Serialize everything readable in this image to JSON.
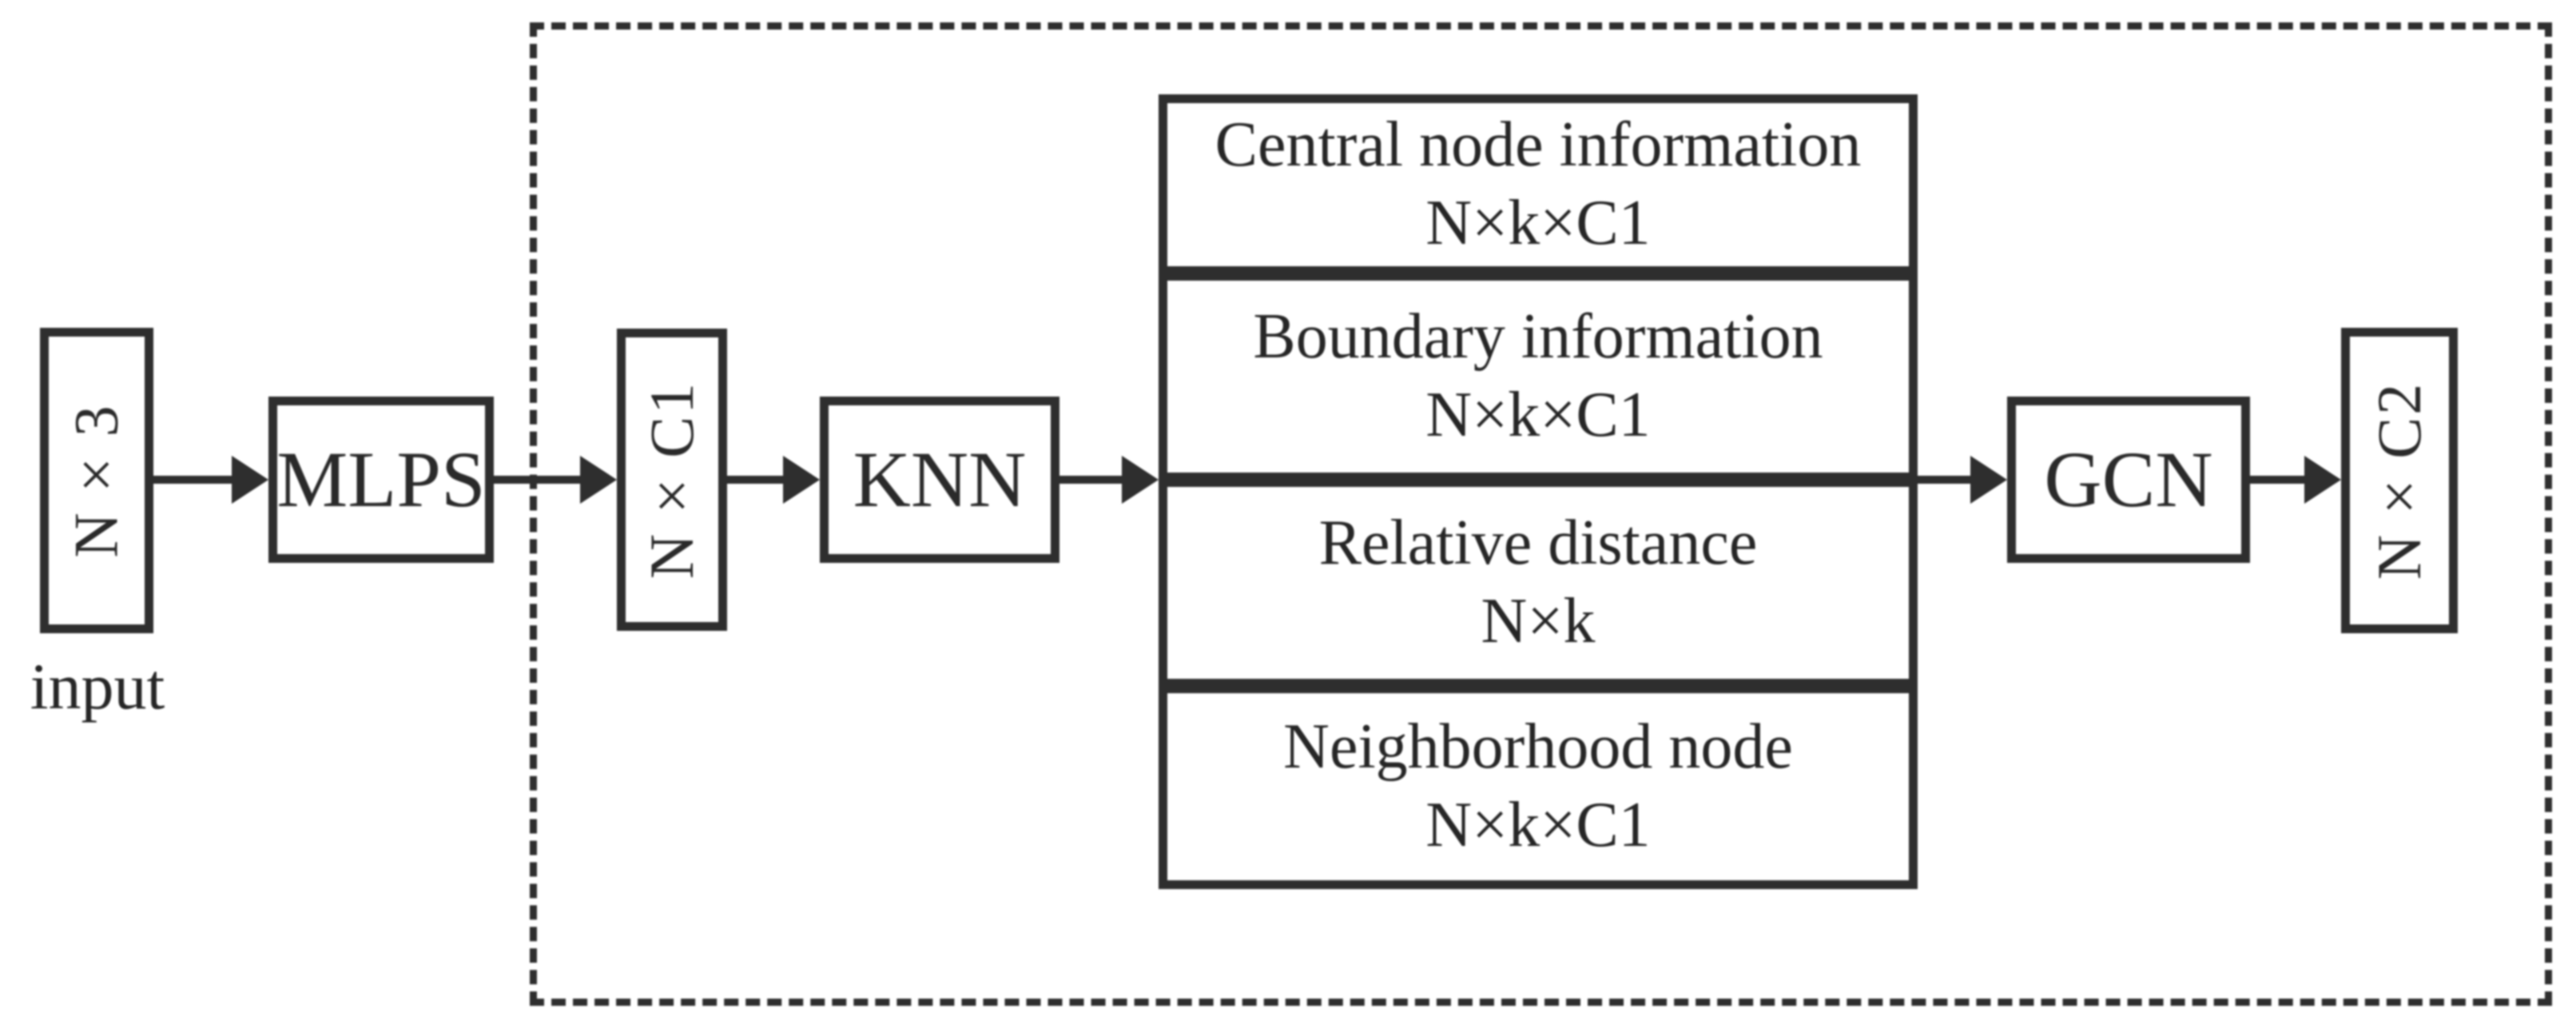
{
  "colors": {
    "ink": "#2e2e2e",
    "background": "#ffffff"
  },
  "nodes": {
    "input_tensor": {
      "label": "N × 3"
    },
    "input_caption": "input",
    "mlps": {
      "label": "MLPS"
    },
    "hidden_tensor": {
      "label": "N × C1"
    },
    "knn": {
      "label": "KNN"
    },
    "gcn": {
      "label": "GCN"
    },
    "output_tensor": {
      "label": "N × C2"
    }
  },
  "feature_stack": {
    "sections": [
      {
        "title": "Central node information",
        "dims": "N×k×C1"
      },
      {
        "title": "Boundary information",
        "dims": "N×k×C1"
      },
      {
        "title": "Relative distance",
        "dims": "N×k"
      },
      {
        "title": "Neighborhood node",
        "dims": "N×k×C1"
      }
    ]
  }
}
